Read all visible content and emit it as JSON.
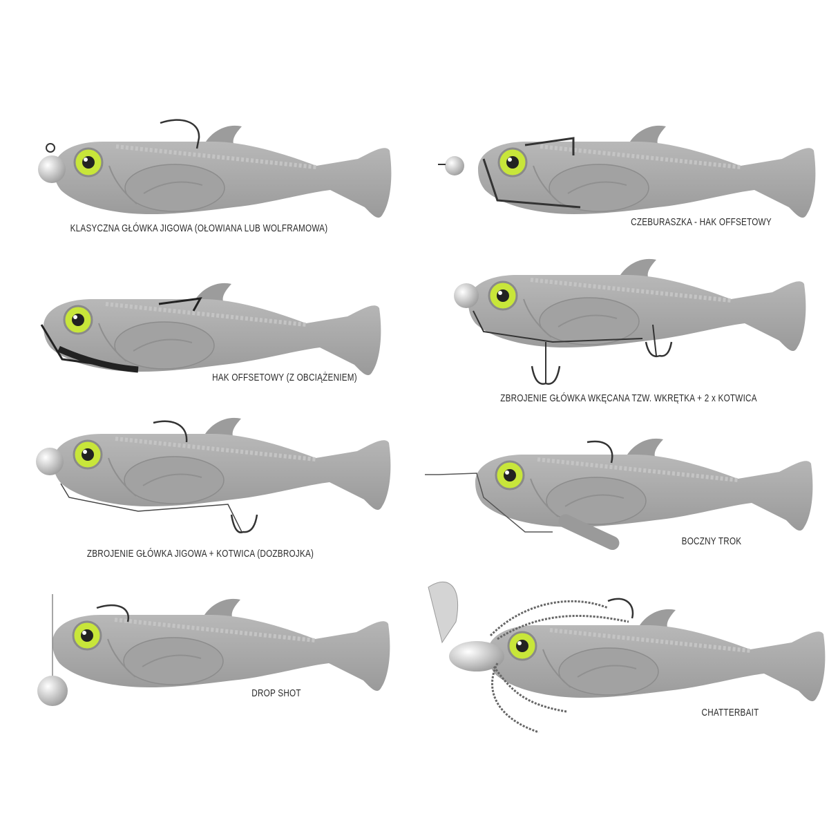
{
  "colors": {
    "body": "#a9a9a9",
    "body_dark": "#8e8e8e",
    "eye": "#c8e63a",
    "pupil": "#222222",
    "metal": "#cfcfcf",
    "hook": "#333333"
  },
  "lures": [
    {
      "label": "KLASYCZNA GŁÓWKA JIGOWA (OŁOWIANA LUB WOLFRAMOWA)",
      "rig": "jig-head"
    },
    {
      "label": "CZEBURASZKA - HAK OFFSETOWY",
      "rig": "cheburashka-offset"
    },
    {
      "label": "HAK OFFSETOWY (Z OBCIĄŻENIEM)",
      "rig": "weighted-offset-hook"
    },
    {
      "label": "ZBROJENIE GŁÓWKA WKĘCANA TZW. WKRĘTKA + 2 x KOTWICA",
      "rig": "screw-in-head-two-trebles"
    },
    {
      "label": "ZBROJENIE GŁÓWKA JIGOWA + KOTWICA (DOZBROJKA)",
      "rig": "jig-head-stinger"
    },
    {
      "label": "BOCZNY TROK",
      "rig": "carolina-side-leader"
    },
    {
      "label": "DROP SHOT",
      "rig": "drop-shot"
    },
    {
      "label": "CHATTERBAIT",
      "rig": "chatterbait"
    }
  ]
}
